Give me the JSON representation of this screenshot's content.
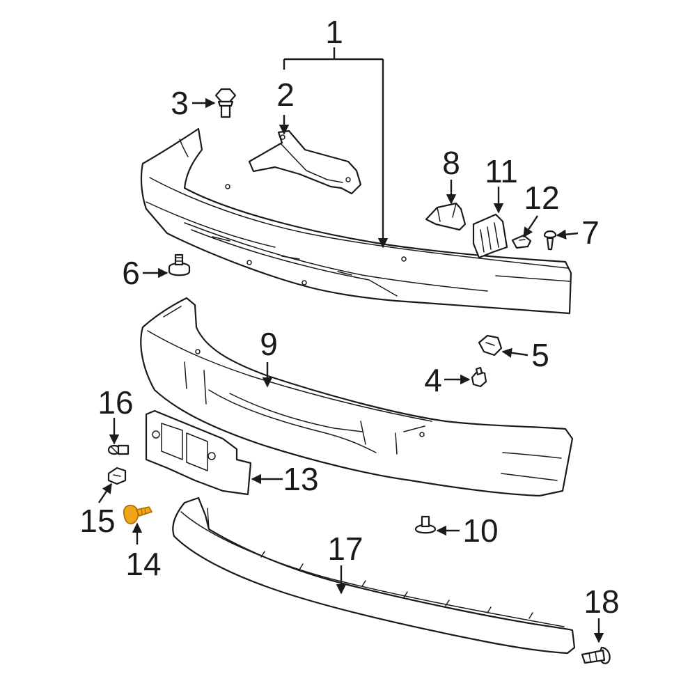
{
  "accent_color": "#f0a418",
  "callouts": [
    {
      "id": "c1",
      "text": "1"
    },
    {
      "id": "c2",
      "text": "2"
    },
    {
      "id": "c3",
      "text": "3"
    },
    {
      "id": "c4",
      "text": "4"
    },
    {
      "id": "c5",
      "text": "5"
    },
    {
      "id": "c6",
      "text": "6"
    },
    {
      "id": "c7",
      "text": "7"
    },
    {
      "id": "c8",
      "text": "8"
    },
    {
      "id": "c9",
      "text": "9"
    },
    {
      "id": "c10",
      "text": "10"
    },
    {
      "id": "c11",
      "text": "11"
    },
    {
      "id": "c12",
      "text": "12"
    },
    {
      "id": "c13",
      "text": "13"
    },
    {
      "id": "c14",
      "text": "14"
    },
    {
      "id": "c15",
      "text": "15"
    },
    {
      "id": "c16",
      "text": "16"
    },
    {
      "id": "c17",
      "text": "17"
    },
    {
      "id": "c18",
      "text": "18"
    }
  ],
  "highlighted_part": "14"
}
